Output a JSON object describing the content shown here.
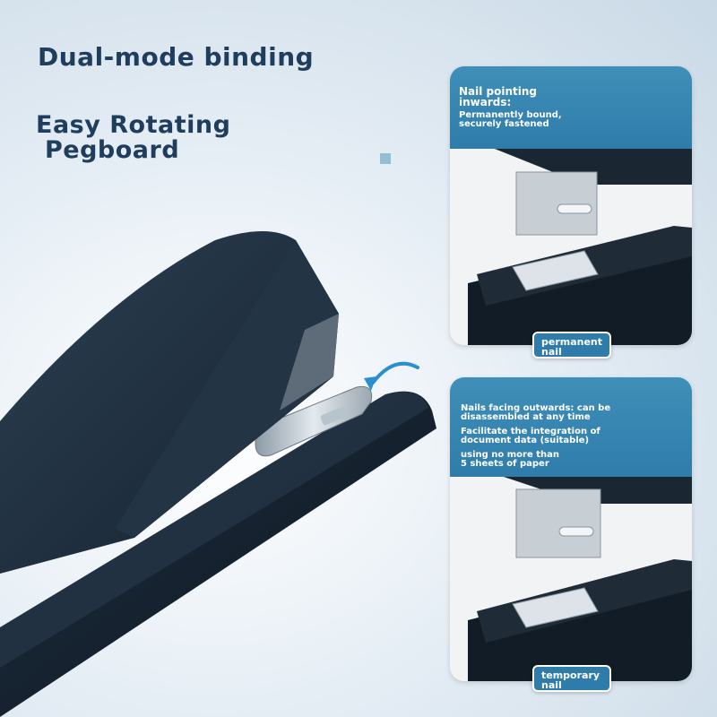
{
  "headline": {
    "line1": "Dual-mode binding",
    "line2a": "Easy Rotating",
    "line2b": "Pegboard"
  },
  "cards": [
    {
      "title": "Nail pointing\n inwards:",
      "body": "Permanently bound,\n securely fastened",
      "badge": "permanent\nnail"
    },
    {
      "title": "",
      "body": "Nails facing outwards: can be\n disassembled at any time",
      "body2": "Facilitate the integration of\n document data (suitable)",
      "body3": "using no more than\n 5 sheets of paper",
      "badge": "temporary\nnail"
    }
  ],
  "colors": {
    "headline": "#1f3d5c",
    "card_header": "#2f7cab",
    "stapler_body": "#1a2a3a"
  }
}
